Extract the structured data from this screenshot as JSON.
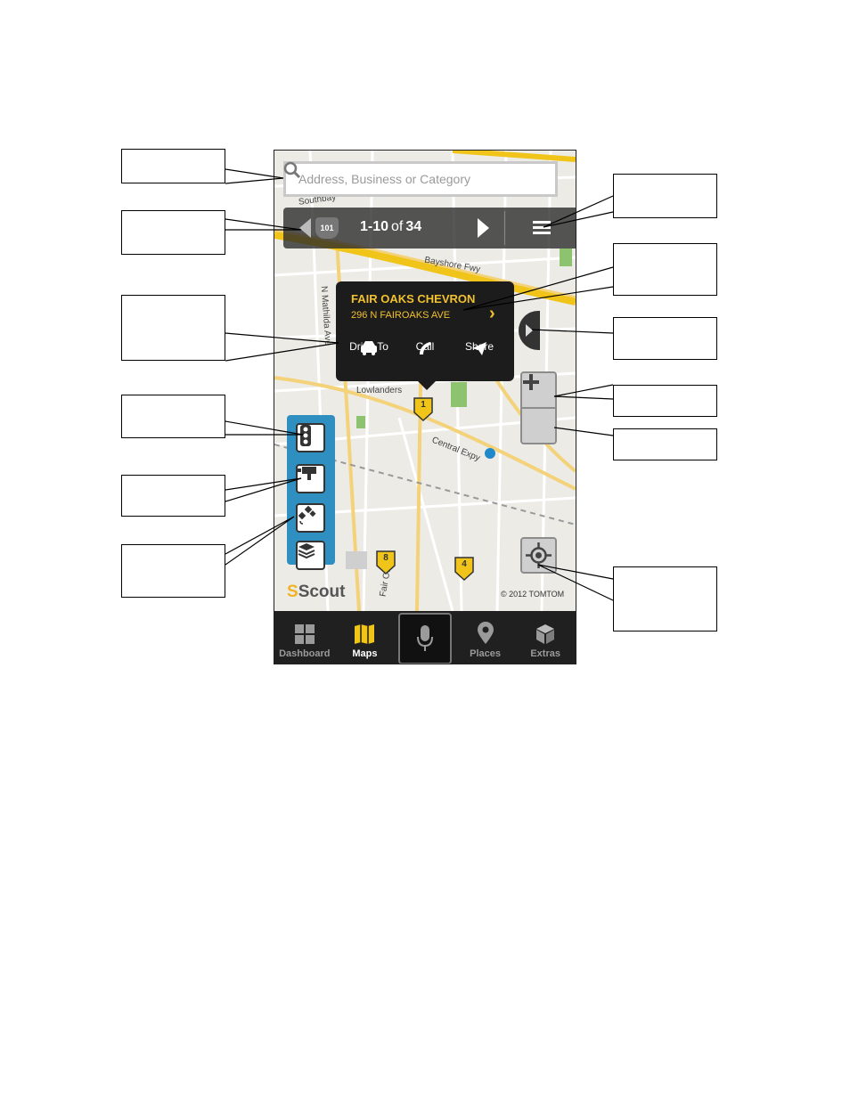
{
  "search": {
    "placeholder": "Address, Business or Category"
  },
  "results": {
    "range": "1-10",
    "of": "of",
    "total": "34",
    "highway_shield": "101"
  },
  "popup": {
    "title": "FAIR OAKS CHEVRON",
    "address": "296 N FAIROAKS AVE",
    "actions": {
      "drive": "Drive To",
      "call": "Call",
      "share": "Share"
    }
  },
  "map": {
    "road_labels": {
      "bayshore": "Bayshore Fwy",
      "central": "Central Expy",
      "mathilda": "N Mathilda Ave",
      "fairoaks": "Fair Oaks",
      "southbay": "Southbay",
      "lowlanders": "Lowlanders"
    },
    "pins": [
      "1",
      "8",
      "4"
    ],
    "brand": {
      "s": "S",
      "name": "Scout"
    },
    "copyright": "© 2012 TOMTOM",
    "colors": {
      "accent": "#f2c12e",
      "panel": "#2f8fc0",
      "nav_bg": "#202020"
    }
  },
  "nav": {
    "items": [
      {
        "label": "Dashboard",
        "icon": "dashboard-icon"
      },
      {
        "label": "Maps",
        "icon": "map-icon",
        "active": true
      },
      {
        "label": "",
        "icon": "microphone-icon"
      },
      {
        "label": "Places",
        "icon": "place-pin-icon"
      },
      {
        "label": "Extras",
        "icon": "cube-icon"
      }
    ]
  }
}
